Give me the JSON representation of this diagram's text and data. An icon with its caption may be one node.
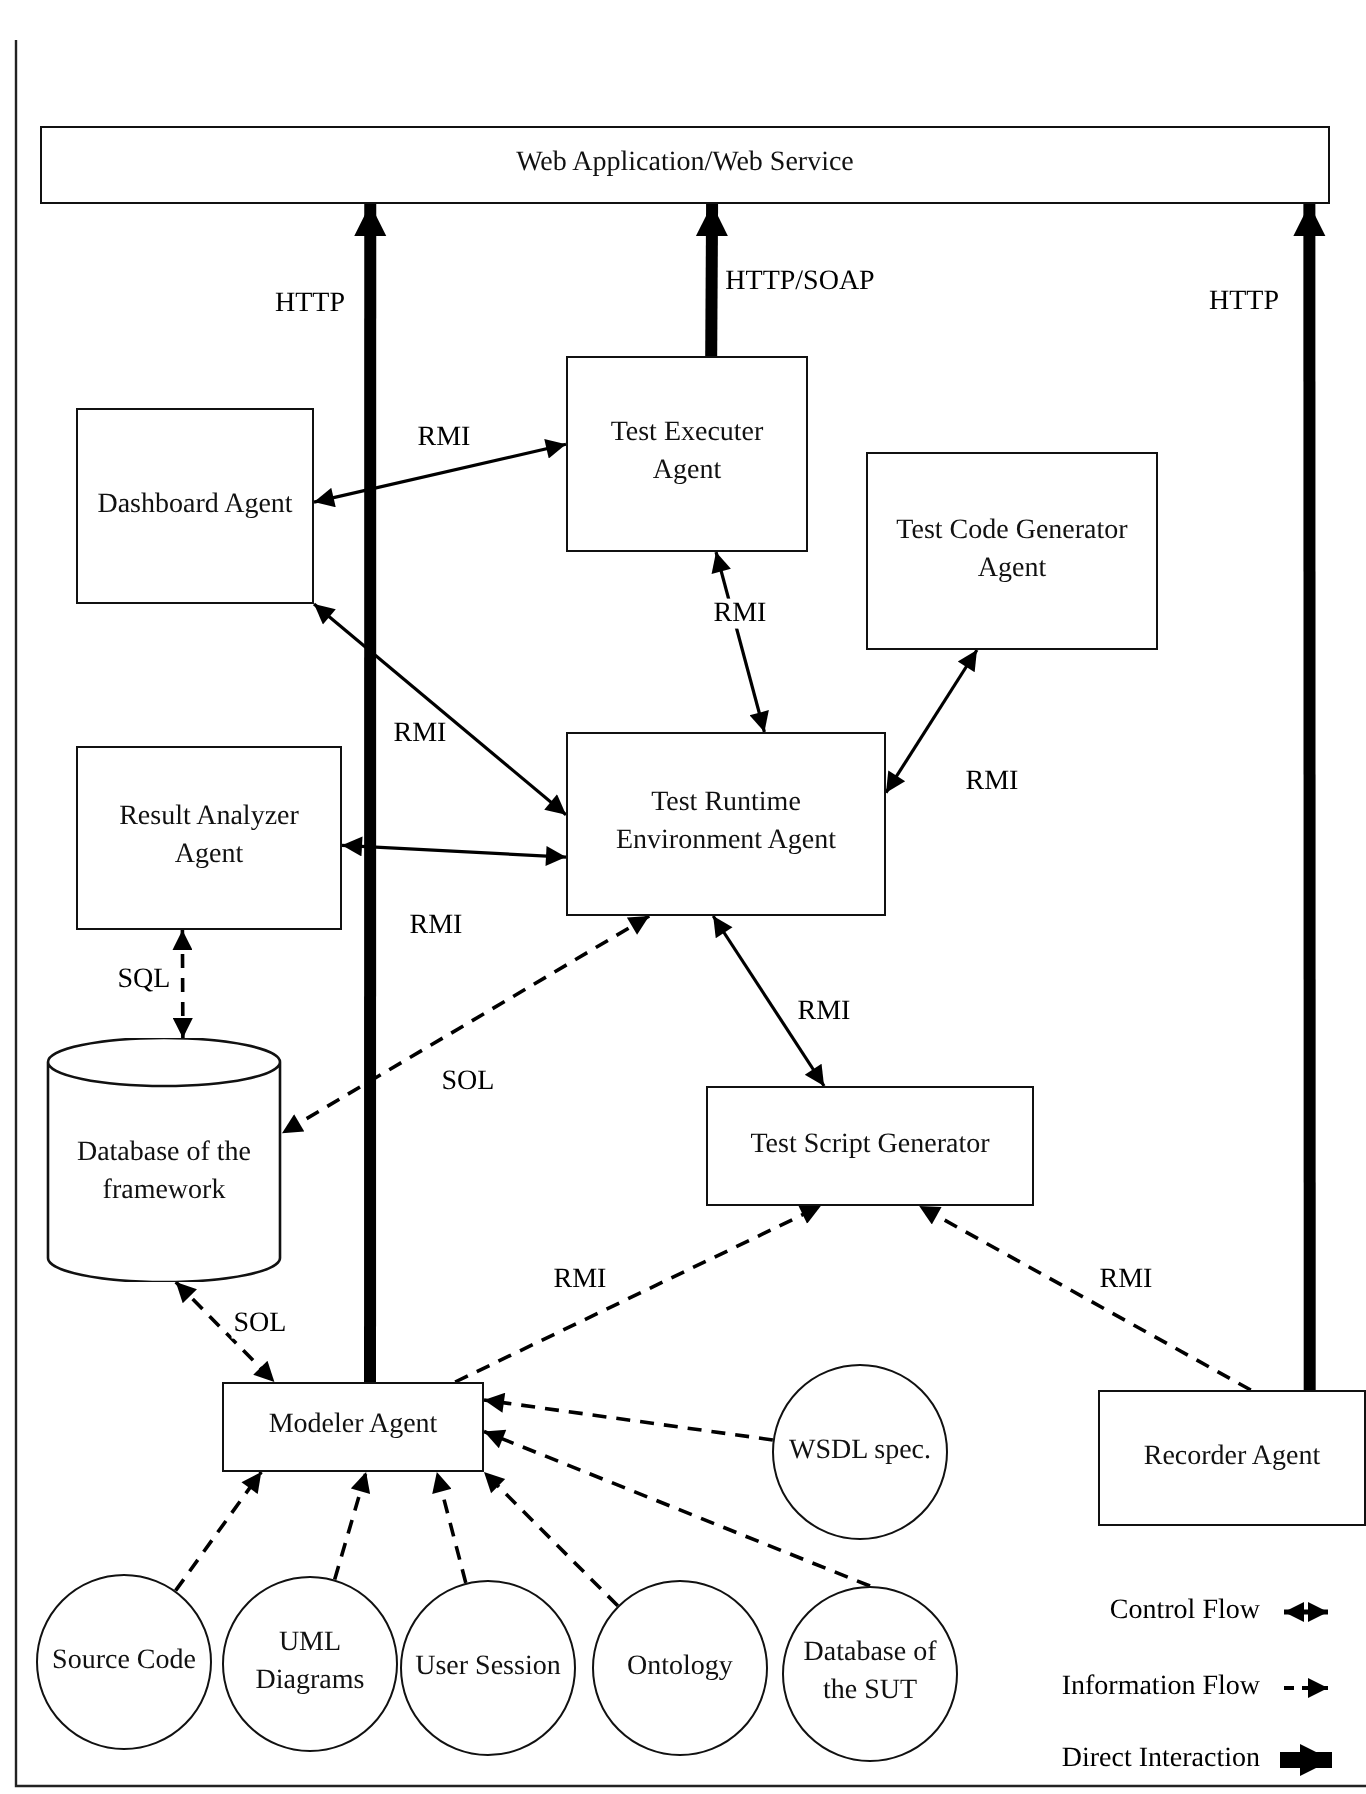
{
  "diagram": {
    "nodes": [
      {
        "text": [
          "Web Application/Web Service"
        ]
      },
      {
        "text": [
          "Dashboard Agent"
        ]
      },
      {
        "text": [
          "Test Executer Agent"
        ]
      },
      {
        "text": [
          "Test Code Generator Agent"
        ]
      },
      {
        "text": [
          "Result Analyzer Agent"
        ]
      },
      {
        "text": [
          "Test Runtime Environment Agent"
        ]
      },
      {
        "text": [
          "Database of the framework"
        ]
      },
      {
        "text": [
          "Test Script Generator"
        ]
      },
      {
        "text": [
          "Modeler Agent"
        ]
      },
      {
        "text": [
          "WSDL spec."
        ]
      },
      {
        "text": [
          "Recorder Agent"
        ]
      },
      {
        "text": [
          "Source Code"
        ]
      },
      {
        "text": [
          "UML Diagrams"
        ]
      },
      {
        "text": [
          "User Session"
        ]
      },
      {
        "text": [
          "Ontology"
        ]
      },
      {
        "text": [
          "Database of the SUT"
        ]
      }
    ],
    "edges": [
      {
        "from": 8,
        "to": 0,
        "arrow": "to",
        "label": "HTTP",
        "style": "thick"
      },
      {
        "from": 2,
        "to": 0,
        "arrow": "to",
        "label": "HTTP/SOAP",
        "style": "thick"
      },
      {
        "from": 10,
        "to": 0,
        "arrow": "to",
        "label": "HTTP",
        "style": "thick"
      },
      {
        "from": 1,
        "to": 2,
        "arrow": "both",
        "label": "RMI"
      },
      {
        "from": 2,
        "to": 5,
        "arrow": "both",
        "label": "RMI"
      },
      {
        "from": 1,
        "to": 5,
        "arrow": "both",
        "label": "RMI"
      },
      {
        "from": 4,
        "to": 5,
        "arrow": "both",
        "label": "RMI"
      },
      {
        "from": 5,
        "to": 3,
        "arrow": "both",
        "label": "RMI"
      },
      {
        "from": 5,
        "to": 7,
        "arrow": "both",
        "label": "RMI"
      },
      {
        "from": 4,
        "to": 6,
        "arrow": "both",
        "label": "SQL",
        "style": "dashed"
      },
      {
        "from": 5,
        "to": 6,
        "arrow": "both",
        "label": "SOL",
        "style": "dashed"
      },
      {
        "from": 6,
        "to": 8,
        "arrow": "both",
        "label": "SOL",
        "style": "dashed"
      },
      {
        "from": 8,
        "to": 7,
        "arrow": "to",
        "label": "RMI",
        "style": "dashed"
      },
      {
        "from": 10,
        "to": 7,
        "arrow": "to",
        "label": "RMI",
        "style": "dashed"
      },
      {
        "from": 9,
        "to": 8,
        "arrow": "to",
        "style": "dashed"
      },
      {
        "from": 15,
        "to": 8,
        "arrow": "to",
        "style": "dashed"
      },
      {
        "from": 11,
        "to": 8,
        "arrow": "to",
        "style": "dashed"
      },
      {
        "from": 12,
        "to": 8,
        "arrow": "to",
        "style": "dashed"
      },
      {
        "from": 13,
        "to": 8,
        "arrow": "to",
        "style": "dashed"
      },
      {
        "from": 14,
        "to": 8,
        "arrow": "to",
        "style": "dashed"
      }
    ],
    "legend": [
      {
        "text": "Control Flow"
      },
      {
        "text": "Information Flow"
      },
      {
        "text": "Direct Interaction"
      }
    ]
  }
}
